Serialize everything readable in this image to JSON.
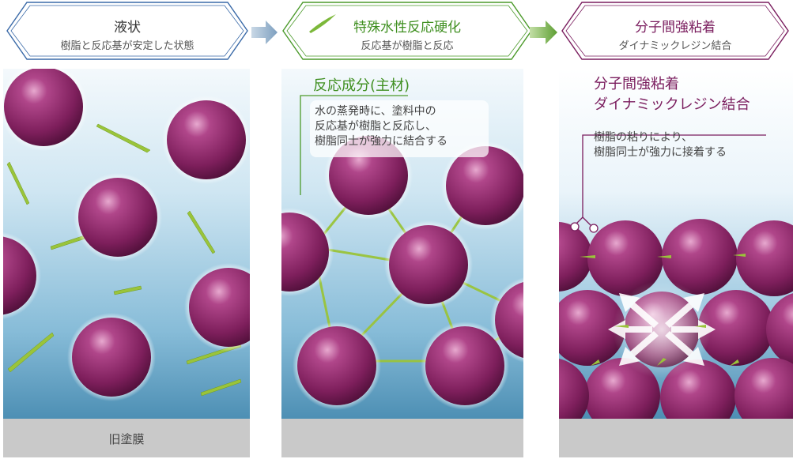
{
  "steps": [
    {
      "title": "液状",
      "subtitle": "樹脂と反応基が安定した状態"
    },
    {
      "title": "特殊水性反応硬化",
      "subtitle": "反応基が樹脂と反応"
    },
    {
      "title": "分子間強粘着",
      "subtitle": "ダイナミックレジン結合"
    }
  ],
  "panel2": {
    "callout_title": "反応成分(主材)",
    "callout_lines": [
      "水の蒸発時に、塗料中の",
      "反応基が樹脂と反応し、",
      "樹脂同士が強力に結合する"
    ]
  },
  "panel3": {
    "callout_title_lines": [
      "分子間強粘着",
      "ダイナミックレジン結合"
    ],
    "callout_lines": [
      "樹脂の粘りにより、",
      "樹脂同士が強力に接着する"
    ]
  },
  "base_label": "旧塗膜",
  "colors": {
    "step1_border": "#3a6aa8",
    "step2_border": "#4b9a2a",
    "step3_border": "#7a1d5e",
    "sphere": "#8a2467",
    "needle": "#9ac43a",
    "water_top": "#f2f8fc",
    "water_bottom": "#4f8fb5"
  }
}
